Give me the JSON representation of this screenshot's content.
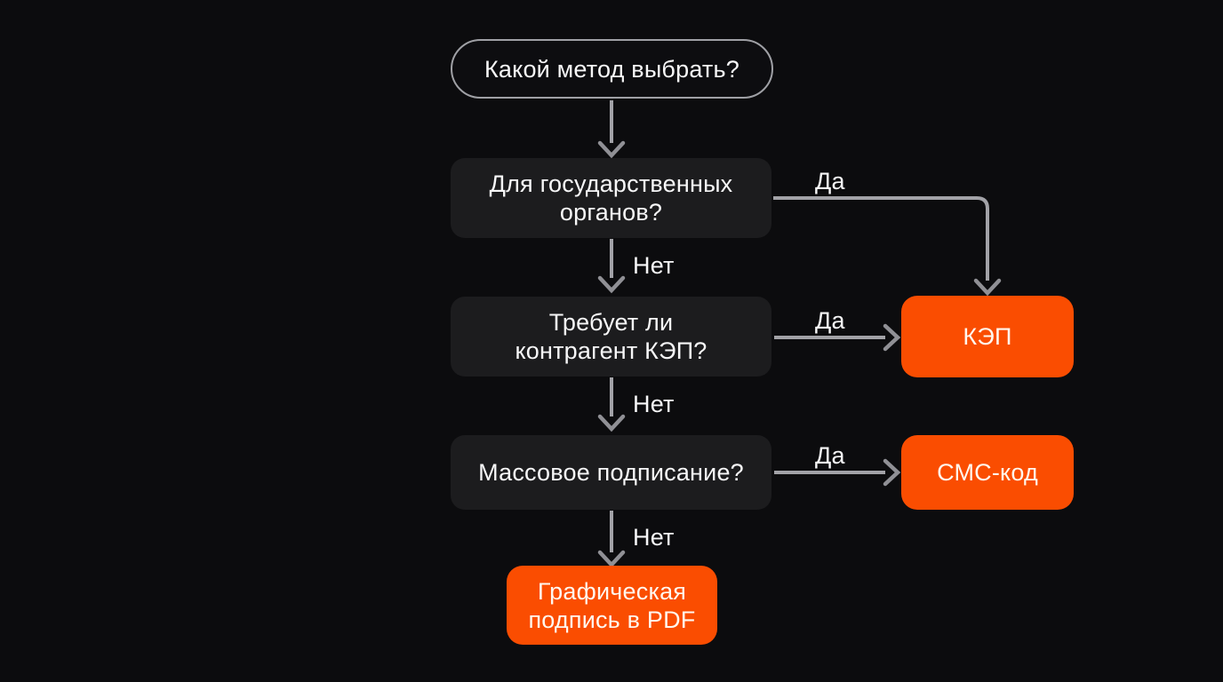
{
  "colors": {
    "background": "#0c0c0e",
    "question_node": "#1c1c1e",
    "result_node_orange": "#fa4d01",
    "arrow_gray": "#a2a2a7",
    "pill_border_gray": "#9fa0a5",
    "text_white": "#f7f7f8"
  },
  "start": {
    "label": "Какой метод выбрать?"
  },
  "decision1": {
    "line1": "Для государственных",
    "line2": "органов?",
    "yes_label": "Да",
    "no_label": "Нет"
  },
  "decision2": {
    "line1": "Требует ли",
    "line2": "контрагент КЭП?",
    "yes_label": "Да",
    "no_label": "Нет"
  },
  "decision3": {
    "label": "Массовое подписание?",
    "yes_label": "Да",
    "no_label": "Нет"
  },
  "outcome_kep": {
    "label": "КЭП"
  },
  "outcome_sms": {
    "label": "СМС-код"
  },
  "outcome_pdf": {
    "line1": "Графическая",
    "line2": "подпись в PDF"
  }
}
